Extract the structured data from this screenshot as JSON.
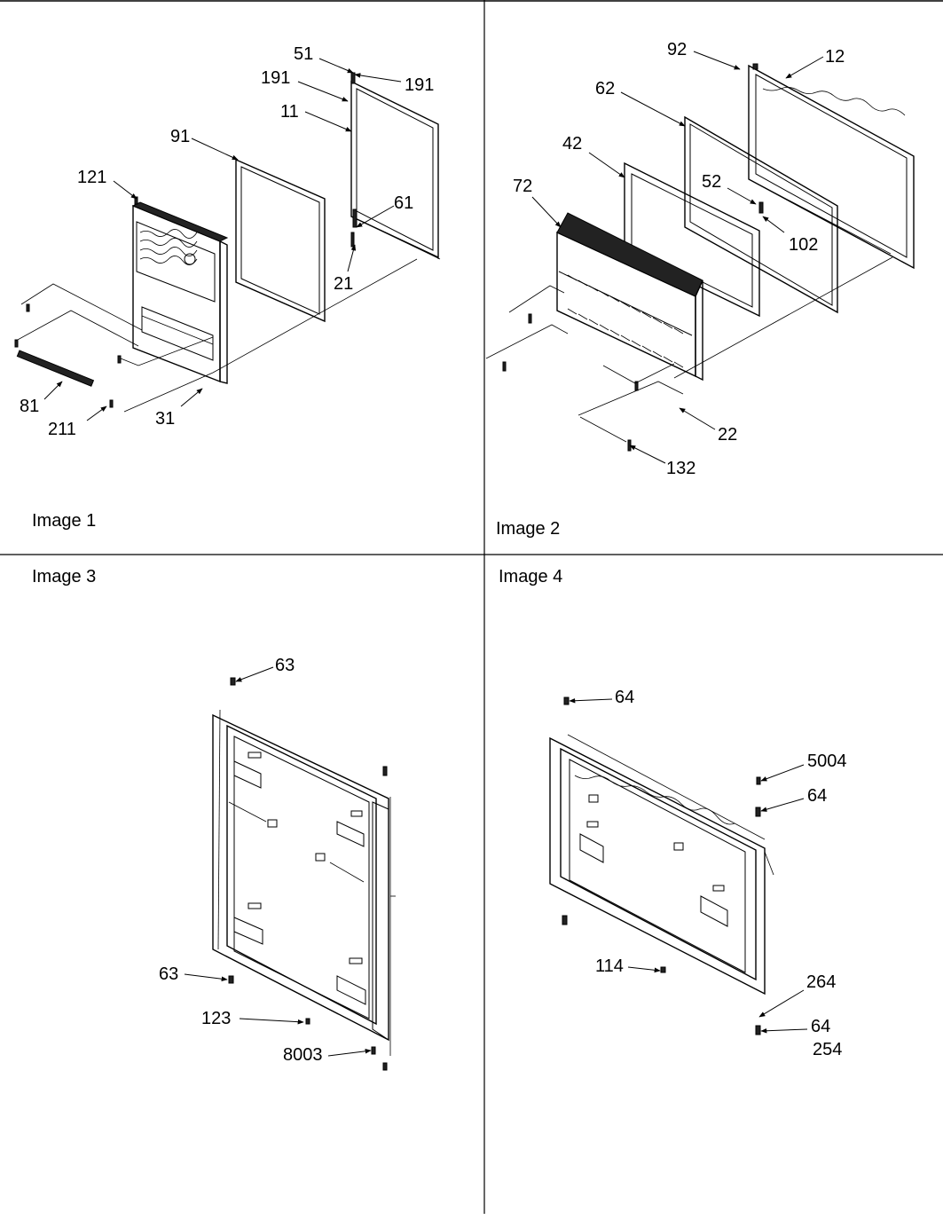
{
  "panels": [
    {
      "caption": "Image 1",
      "callouts": [
        "51",
        "191",
        "191",
        "11",
        "91",
        "121",
        "61",
        "21",
        "81",
        "211",
        "31"
      ]
    },
    {
      "caption": "Image 2",
      "callouts": [
        "92",
        "12",
        "62",
        "42",
        "52",
        "72",
        "102",
        "22",
        "132"
      ]
    },
    {
      "caption": "Image 3",
      "callouts": [
        "63",
        "63",
        "123",
        "8003"
      ]
    },
    {
      "caption": "Image 4",
      "callouts": [
        "64",
        "5004",
        "64",
        "114",
        "264",
        "64",
        "254"
      ]
    }
  ]
}
